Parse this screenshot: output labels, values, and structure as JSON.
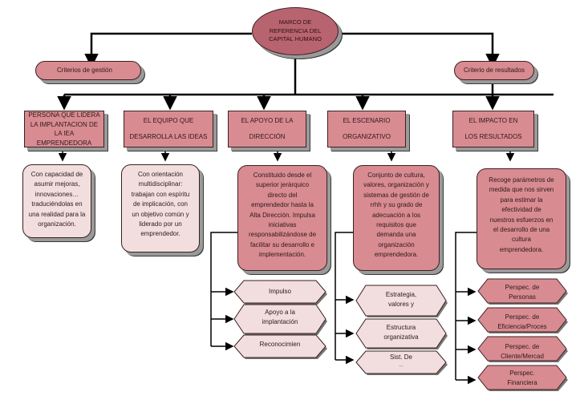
{
  "root": {
    "lines": [
      "MARCO DE",
      "REFERENCIA DEL",
      "CAPITAL HUMANO"
    ]
  },
  "criteria": {
    "left": "Criterios de gestión",
    "right": "Criterio de resultados"
  },
  "headers": [
    {
      "lines": [
        "PERSONA QUE LIDERA",
        "LA IMPLANTACION DE",
        "LA IEA EMPRENDEDORA"
      ]
    },
    {
      "lines": [
        "EL EQUIPO QUE",
        "DESARROLLA LAS IDEAS"
      ]
    },
    {
      "lines": [
        "EL APOYO DE LA",
        "DIRECCIÓN"
      ]
    },
    {
      "lines": [
        "EL ESCENARIO",
        "ORGANIZATIVO"
      ]
    },
    {
      "lines": [
        "EL IMPACTO EN",
        "LOS RESULTADOS"
      ]
    }
  ],
  "descriptions": [
    {
      "lines": [
        "Con capacidad de",
        "asumir mejoras,",
        "innovaciones…",
        "traduciéndolas en",
        "una realidad para la",
        "organización."
      ]
    },
    {
      "lines": [
        "Con orientación",
        "multidisciplinar:",
        "trabajan con espíritu",
        "de implicación, con",
        "un objetivo común y",
        "liderado por un",
        "emprendedor."
      ]
    },
    {
      "lines": [
        "Constituido desde el",
        "superior jerárquico",
        "directo del",
        "emprendedor hasta la",
        "Alta Dirección. Impulsa",
        "iniciativas",
        "responsabilizándose de",
        "facilitar su desarrollo e",
        "implementación."
      ]
    },
    {
      "lines": [
        "Conjunto de cultura,",
        "valores, organización y",
        "sistemas de gestión de",
        "rrhh y su grado de",
        "adecuación a los",
        "requisitos que",
        "demanda una",
        "organización",
        "emprendedora."
      ]
    },
    {
      "lines": [
        "Recoge parámetros de",
        "medida que nos sirven",
        "para estimar la",
        "efectividad de",
        "nuestros esfuerzos en",
        "el desarrollo de una",
        "cultura",
        "emprendedora."
      ]
    }
  ],
  "sub_direccion": [
    {
      "lines": [
        "Impulso"
      ]
    },
    {
      "lines": [
        "Apoyo a la",
        "implantación"
      ]
    },
    {
      "lines": [
        "Reconocimien"
      ]
    }
  ],
  "sub_escenario": [
    {
      "lines": [
        "Estrategia,",
        "valores y"
      ]
    },
    {
      "lines": [
        "Estructura",
        "organizativa"
      ]
    },
    {
      "lines": [
        "Sist. De",
        "…"
      ]
    }
  ],
  "sub_resultados": [
    {
      "lines": [
        "Perspec. de",
        "Personas"
      ]
    },
    {
      "lines": [
        "Perspec. de",
        "Eficiencia/Proces"
      ]
    },
    {
      "lines": [
        "Perspec. de",
        "Cliente/Mercad"
      ]
    },
    {
      "lines": [
        "Perspec.",
        "Financiera"
      ]
    }
  ],
  "colors": {
    "box": "#d98b92",
    "root": "#b86470",
    "light": "#f2dede",
    "line": "#000000"
  }
}
